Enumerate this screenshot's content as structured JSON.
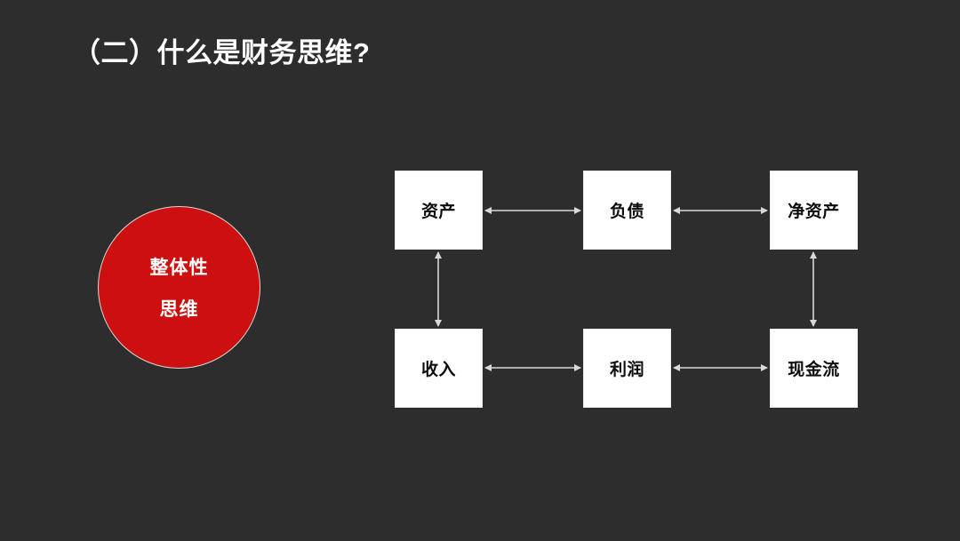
{
  "slide": {
    "background_color": "#2e2d2d",
    "title": "（二）什么是财务思维?"
  },
  "concept": {
    "name": "integrity-thinking-circle",
    "line1": "整体性",
    "line2": "思维",
    "fill_color": "#cc1010",
    "text_color": "#ffffff",
    "border_color": "#d8d8d8"
  },
  "diagram": {
    "type": "flow-grid",
    "box_fill": "#ffffff",
    "box_text_color": "#0d0d0d",
    "connector_color": "#d9d9d9",
    "nodes": [
      {
        "id": "assets",
        "label": "资产",
        "row": 1,
        "col": 1
      },
      {
        "id": "liabilities",
        "label": "负债",
        "row": 1,
        "col": 2
      },
      {
        "id": "net-assets",
        "label": "净资产",
        "row": 1,
        "col": 3
      },
      {
        "id": "revenue",
        "label": "收入",
        "row": 2,
        "col": 1
      },
      {
        "id": "profit",
        "label": "利润",
        "row": 2,
        "col": 2
      },
      {
        "id": "cash-flow",
        "label": "现金流",
        "row": 2,
        "col": 3
      }
    ],
    "edges": [
      {
        "from": "assets",
        "to": "liabilities",
        "direction": "both",
        "orientation": "horizontal"
      },
      {
        "from": "liabilities",
        "to": "net-assets",
        "direction": "both",
        "orientation": "horizontal"
      },
      {
        "from": "revenue",
        "to": "profit",
        "direction": "both",
        "orientation": "horizontal"
      },
      {
        "from": "profit",
        "to": "cash-flow",
        "direction": "both",
        "orientation": "horizontal"
      },
      {
        "from": "assets",
        "to": "revenue",
        "direction": "both",
        "orientation": "vertical"
      },
      {
        "from": "net-assets",
        "to": "cash-flow",
        "direction": "both",
        "orientation": "vertical"
      }
    ]
  }
}
